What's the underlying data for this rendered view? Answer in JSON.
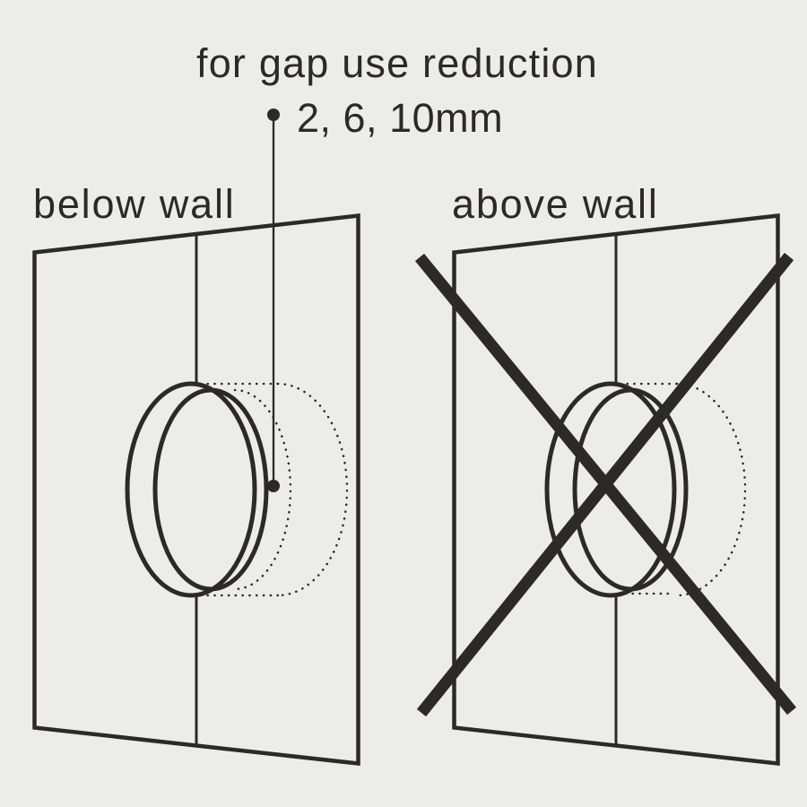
{
  "annotation": {
    "line1": "for gap use reduction",
    "line2": "2, 6, 10mm"
  },
  "panels": {
    "left": {
      "label": "below wall"
    },
    "right": {
      "label": "above wall"
    }
  },
  "colors": {
    "background": "#ececeb",
    "line": "#2b2a28"
  },
  "icons": {
    "right_panel_overlay": "cross-icon",
    "annotation_marker": "bullet-dot-icon"
  }
}
